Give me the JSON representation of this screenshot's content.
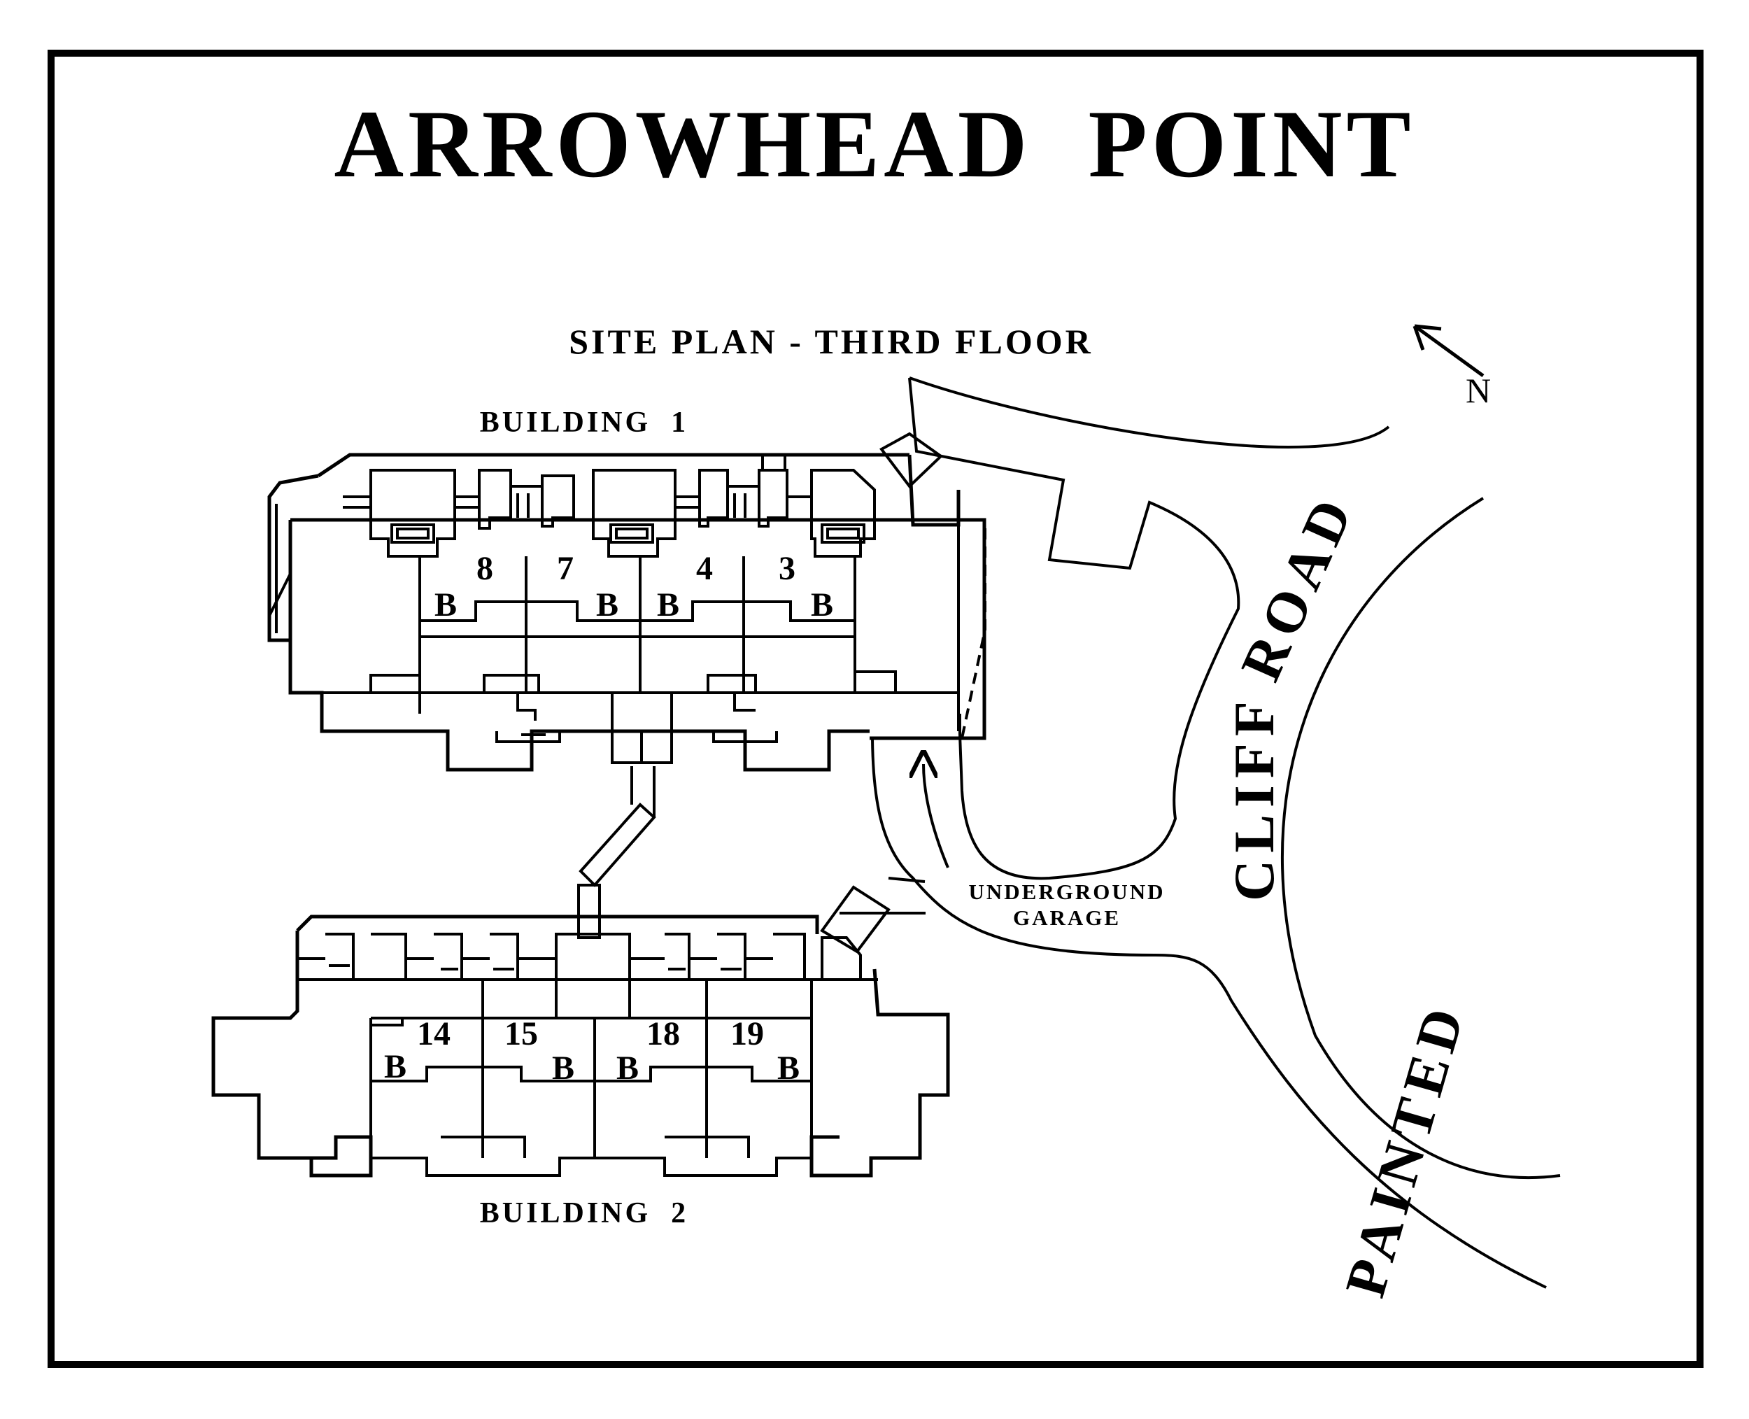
{
  "title": "ARROWHEAD  POINT",
  "subtitle": "SITE PLAN - THIRD FLOOR",
  "buildings": [
    {
      "label": "BUILDING  1",
      "units": [
        "8",
        "7",
        "4",
        "3"
      ]
    },
    {
      "label": "BUILDING  2",
      "units": [
        "14",
        "15",
        "18",
        "19"
      ]
    }
  ],
  "bedroom_mark": "B",
  "road": {
    "word1": "PAINTED",
    "word2": "CLIFF",
    "word3": "ROAD"
  },
  "garage": {
    "line1": "UNDERGROUND",
    "line2": "GARAGE"
  },
  "compass": {
    "letter": "N"
  }
}
